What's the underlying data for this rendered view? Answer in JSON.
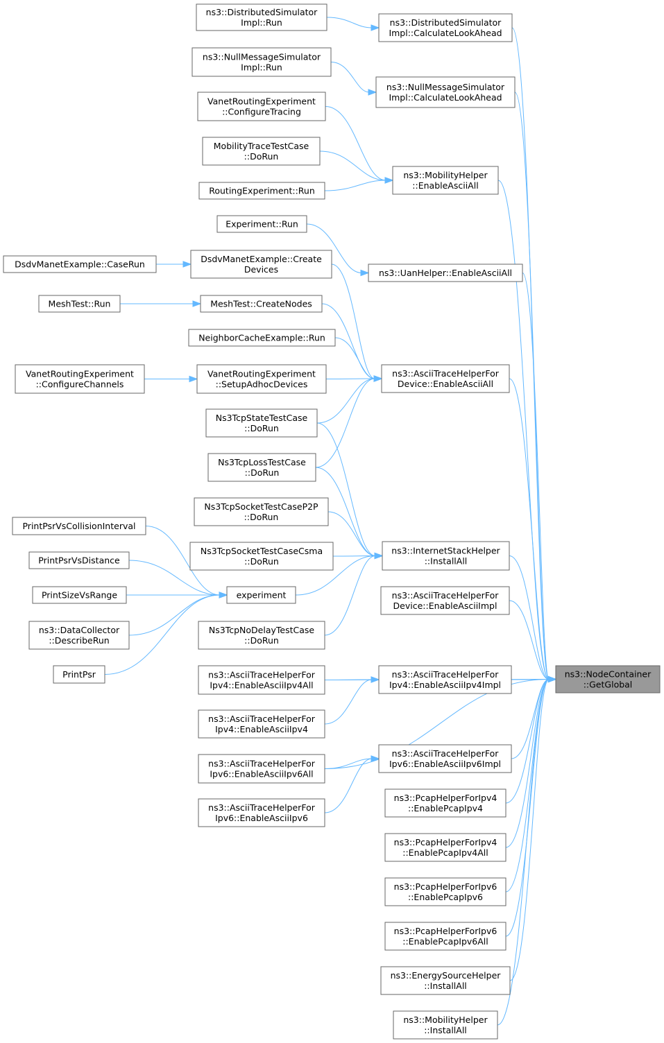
{
  "graph": {
    "nodes": [
      {
        "id": "root",
        "lines": [
          "ns3::NodeContainer",
          "::GetGlobal"
        ]
      },
      {
        "id": "dsCalc",
        "lines": [
          "ns3::DistributedSimulator",
          "Impl::CalculateLookAhead"
        ]
      },
      {
        "id": "dsRun",
        "lines": [
          "ns3::DistributedSimulator",
          "Impl::Run"
        ]
      },
      {
        "id": "nmCalc",
        "lines": [
          "ns3::NullMessageSimulator",
          "Impl::CalculateLookAhead"
        ]
      },
      {
        "id": "nmRun",
        "lines": [
          "ns3::NullMessageSimulator",
          "Impl::Run"
        ]
      },
      {
        "id": "vreCT",
        "lines": [
          "VanetRoutingExperiment",
          "::ConfigureTracing"
        ]
      },
      {
        "id": "mttDo",
        "lines": [
          "MobilityTraceTestCase",
          "::DoRun"
        ]
      },
      {
        "id": "reRun",
        "lines": [
          "RoutingExperiment::Run"
        ]
      },
      {
        "id": "mhEAA",
        "lines": [
          "ns3::MobilityHelper",
          "::EnableAsciiAll"
        ]
      },
      {
        "id": "expRun",
        "lines": [
          "Experiment::Run"
        ]
      },
      {
        "id": "uanEAA",
        "lines": [
          "ns3::UanHelper::EnableAsciiAll"
        ]
      },
      {
        "id": "dsdvCD",
        "lines": [
          "DsdvManetExample::Create",
          "Devices"
        ]
      },
      {
        "id": "dsdvCR",
        "lines": [
          "DsdvManetExample::CaseRun"
        ]
      },
      {
        "id": "meshCN",
        "lines": [
          "MeshTest::CreateNodes"
        ]
      },
      {
        "id": "meshRun",
        "lines": [
          "MeshTest::Run"
        ]
      },
      {
        "id": "ncRun",
        "lines": [
          "NeighborCacheExample::Run"
        ]
      },
      {
        "id": "vreSAD",
        "lines": [
          "VanetRoutingExperiment",
          "::SetupAdhocDevices"
        ]
      },
      {
        "id": "vreCC",
        "lines": [
          "VanetRoutingExperiment",
          "::ConfigureChannels"
        ]
      },
      {
        "id": "athDEA",
        "lines": [
          "ns3::AsciiTraceHelperFor",
          "Device::EnableAsciiAll"
        ]
      },
      {
        "id": "tcpState",
        "lines": [
          "Ns3TcpStateTestCase",
          "::DoRun"
        ]
      },
      {
        "id": "tcpLoss",
        "lines": [
          "Ns3TcpLossTestCase",
          "::DoRun"
        ]
      },
      {
        "id": "tcpP2P",
        "lines": [
          "Ns3TcpSocketTestCaseP2P",
          "::DoRun"
        ]
      },
      {
        "id": "tcpCsma",
        "lines": [
          "Ns3TcpSocketTestCaseCsma",
          "::DoRun"
        ]
      },
      {
        "id": "ishIA",
        "lines": [
          "ns3::InternetStackHelper",
          "::InstallAll"
        ]
      },
      {
        "id": "pcollide",
        "lines": [
          "PrintPsrVsCollisionInterval"
        ]
      },
      {
        "id": "pdist",
        "lines": [
          "PrintPsrVsDistance"
        ]
      },
      {
        "id": "psize",
        "lines": [
          "PrintSizeVsRange"
        ]
      },
      {
        "id": "dcRun",
        "lines": [
          "ns3::DataCollector",
          "::DescribeRun"
        ]
      },
      {
        "id": "ppsr",
        "lines": [
          "PrintPsr"
        ]
      },
      {
        "id": "exp",
        "lines": [
          "experiment"
        ]
      },
      {
        "id": "athDEI",
        "lines": [
          "ns3::AsciiTraceHelperFor",
          "Device::EnableAsciiImpl"
        ]
      },
      {
        "id": "tcpNoDelay",
        "lines": [
          "Ns3TcpNoDelayTestCase",
          "::DoRun"
        ]
      },
      {
        "id": "ip4All",
        "lines": [
          "ns3::AsciiTraceHelperFor",
          "Ipv4::EnableAsciiIpv4All"
        ]
      },
      {
        "id": "ip4Impl",
        "lines": [
          "ns3::AsciiTraceHelperFor",
          "Ipv4::EnableAsciiIpv4Impl"
        ]
      },
      {
        "id": "ip4",
        "lines": [
          "ns3::AsciiTraceHelperFor",
          "Ipv4::EnableAsciiIpv4"
        ]
      },
      {
        "id": "ip6All",
        "lines": [
          "ns3::AsciiTraceHelperFor",
          "Ipv6::EnableAsciiIpv6All"
        ]
      },
      {
        "id": "ip6Impl",
        "lines": [
          "ns3::AsciiTraceHelperFor",
          "Ipv6::EnableAsciiIpv6Impl"
        ]
      },
      {
        "id": "ip6",
        "lines": [
          "ns3::AsciiTraceHelperFor",
          "Ipv6::EnableAsciiIpv6"
        ]
      },
      {
        "id": "pcap4",
        "lines": [
          "ns3::PcapHelperForIpv4",
          "::EnablePcapIpv4"
        ]
      },
      {
        "id": "pcap4All",
        "lines": [
          "ns3::PcapHelperForIpv4",
          "::EnablePcapIpv4All"
        ]
      },
      {
        "id": "pcap6",
        "lines": [
          "ns3::PcapHelperForIpv6",
          "::EnablePcapIpv6"
        ]
      },
      {
        "id": "pcap6All",
        "lines": [
          "ns3::PcapHelperForIpv6",
          "::EnablePcapIpv6All"
        ]
      },
      {
        "id": "eshIA",
        "lines": [
          "ns3::EnergySourceHelper",
          "::InstallAll"
        ]
      },
      {
        "id": "mhIA",
        "lines": [
          "ns3::MobilityHelper",
          "::InstallAll"
        ]
      }
    ],
    "edges": [
      [
        "dsRun",
        "dsCalc"
      ],
      [
        "dsCalc",
        "root"
      ],
      [
        "nmRun",
        "nmCalc"
      ],
      [
        "nmCalc",
        "root"
      ],
      [
        "vreCT",
        "mhEAA"
      ],
      [
        "mttDo",
        "mhEAA"
      ],
      [
        "reRun",
        "mhEAA"
      ],
      [
        "mhEAA",
        "root"
      ],
      [
        "expRun",
        "uanEAA"
      ],
      [
        "uanEAA",
        "root"
      ],
      [
        "dsdvCR",
        "dsdvCD"
      ],
      [
        "dsdvCD",
        "athDEA"
      ],
      [
        "meshRun",
        "meshCN"
      ],
      [
        "meshCN",
        "athDEA"
      ],
      [
        "ncRun",
        "athDEA"
      ],
      [
        "vreCC",
        "vreSAD"
      ],
      [
        "vreSAD",
        "athDEA"
      ],
      [
        "tcpState",
        "athDEA"
      ],
      [
        "tcpLoss",
        "athDEA"
      ],
      [
        "athDEA",
        "root"
      ],
      [
        "tcpState",
        "ishIA"
      ],
      [
        "tcpLoss",
        "ishIA"
      ],
      [
        "tcpP2P",
        "ishIA"
      ],
      [
        "tcpCsma",
        "ishIA"
      ],
      [
        "exp",
        "ishIA"
      ],
      [
        "tcpNoDelay",
        "ishIA"
      ],
      [
        "ishIA",
        "root"
      ],
      [
        "pcollide",
        "exp"
      ],
      [
        "pdist",
        "exp"
      ],
      [
        "psize",
        "exp"
      ],
      [
        "dcRun",
        "exp"
      ],
      [
        "ppsr",
        "exp"
      ],
      [
        "athDEI",
        "root"
      ],
      [
        "ip4All",
        "root"
      ],
      [
        "ip4All",
        "ip4Impl"
      ],
      [
        "ip4",
        "ip4Impl"
      ],
      [
        "ip4Impl",
        "root"
      ],
      [
        "ip6All",
        "root"
      ],
      [
        "ip6All",
        "ip6Impl"
      ],
      [
        "ip6",
        "ip6Impl"
      ],
      [
        "ip6Impl",
        "root"
      ],
      [
        "pcap4",
        "root"
      ],
      [
        "pcap4All",
        "root"
      ],
      [
        "pcap6",
        "root"
      ],
      [
        "pcap6All",
        "root"
      ],
      [
        "eshIA",
        "root"
      ],
      [
        "mhIA",
        "root"
      ]
    ]
  }
}
